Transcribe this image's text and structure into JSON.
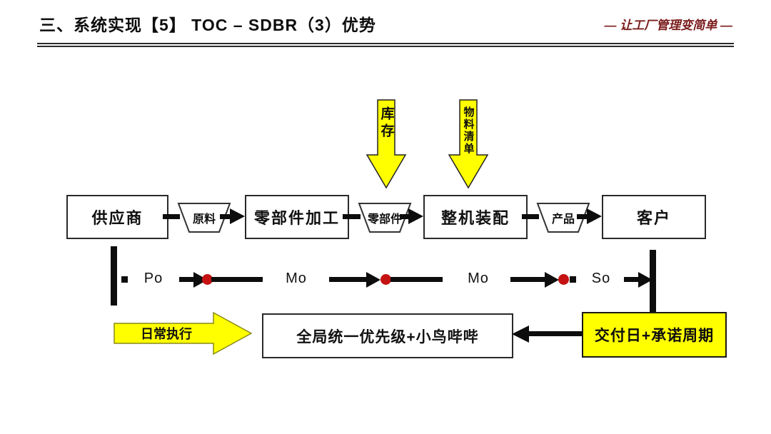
{
  "header": {
    "title": "三、系统实现【5】 TOC – SDBR（3）优势",
    "slogan": "— 让工厂管理变简单 —"
  },
  "top_arrows": {
    "inventory": "库存",
    "bom": "物料清单"
  },
  "process": {
    "nodes": [
      {
        "label": "供应商"
      },
      {
        "label": "零部件加工"
      },
      {
        "label": "整机装配"
      },
      {
        "label": "客户"
      }
    ],
    "buffers": [
      {
        "label": "原料"
      },
      {
        "label": "零部件"
      },
      {
        "label": "产品"
      }
    ]
  },
  "order_row": {
    "labels": [
      "Po",
      "Mo",
      "Mo",
      "So"
    ]
  },
  "bottom": {
    "exec_label": "日常执行",
    "priority_label": "全局统一优先级+小鸟哔哔",
    "due_label": "交付日+承诺周期"
  },
  "colors": {
    "yellow": "#FFFF00",
    "red_dot": "#C41212",
    "slogan_red": "#7A1C1C",
    "line_black": "#0D0D0D"
  }
}
